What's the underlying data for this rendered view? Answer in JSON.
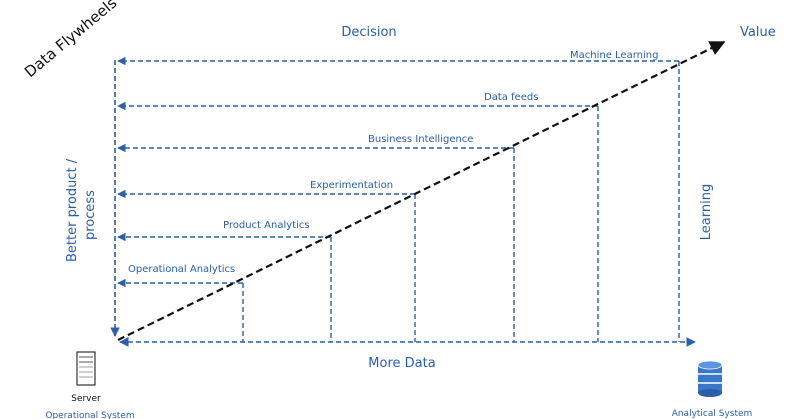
{
  "title": "Data Flywheels",
  "axes": {
    "top": "Decision",
    "bottom": "More Data",
    "left_line1": "Better product /",
    "left_line2": "process",
    "right": "Learning",
    "arrow_end": "Value"
  },
  "tiers": [
    {
      "label": "Operational Analytics"
    },
    {
      "label": "Product Analytics"
    },
    {
      "label": "Experimentation"
    },
    {
      "label": "Business Intelligence"
    },
    {
      "label": "Data feeds"
    },
    {
      "label": "Machine Learning"
    }
  ],
  "server": {
    "label": "Server",
    "caption": "Operational System"
  },
  "database": {
    "caption": "Analytical System"
  },
  "colors": {
    "blue": "#2c5fa8",
    "black": "#111111"
  }
}
